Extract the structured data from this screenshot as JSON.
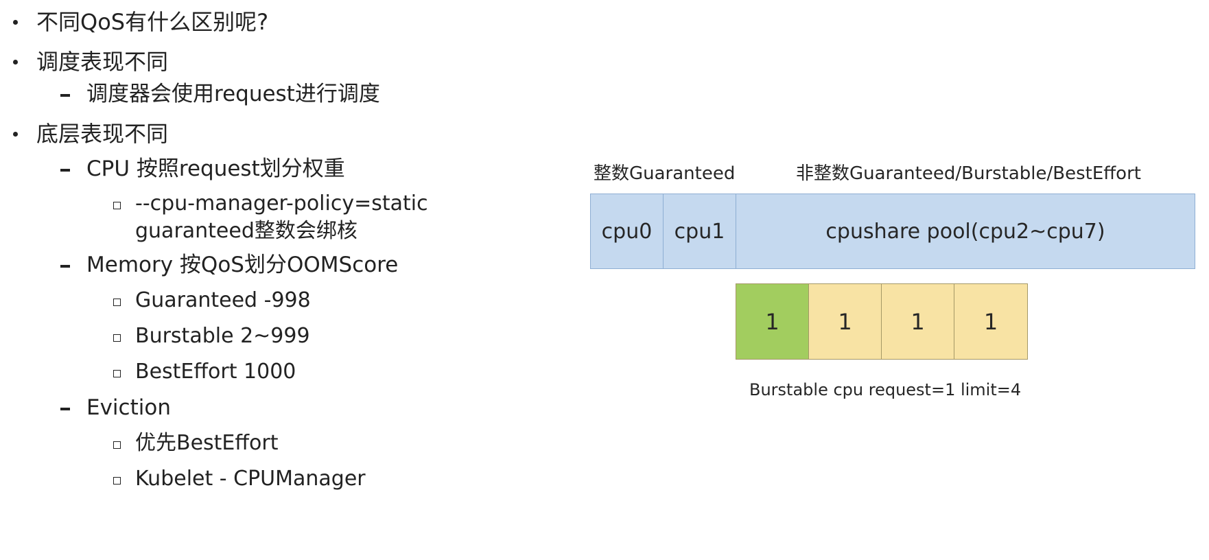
{
  "outline": {
    "q1": "不同QoS有什么区别呢?",
    "sched": "调度表现不同",
    "sched_detail": "调度器会使用request进行调度",
    "under": "底层表现不同",
    "cpu": "CPU 按照request划分权重",
    "cpu_policy_1": "--cpu-manager-policy=static",
    "cpu_policy_2": "guaranteed整数会绑核",
    "memory": "Memory 按QoS划分OOMScore",
    "mem_guaranteed": "Guaranteed -998",
    "mem_burstable": "Burstable 2~999",
    "mem_besteffort": "BestEffort 1000",
    "eviction": "Eviction",
    "evict_first": "优先BestEffort",
    "kubelet": "Kubelet - CPUManager"
  },
  "diagram": {
    "header_left": "整数Guaranteed",
    "header_right": "非整数Guaranteed/Burstable/BestEffort",
    "cpus": [
      {
        "label": "cpu0"
      },
      {
        "label": "cpu1"
      },
      {
        "label": "cpushare pool(cpu2~cpu7)"
      }
    ],
    "shares": [
      {
        "label": "1",
        "color": "#a2cd5f"
      },
      {
        "label": "1",
        "color": "#f8e3a4"
      },
      {
        "label": "1",
        "color": "#f8e3a4"
      },
      {
        "label": "1",
        "color": "#f8e3a4"
      }
    ],
    "caption": "Burstable cpu request=1 limit=4"
  }
}
